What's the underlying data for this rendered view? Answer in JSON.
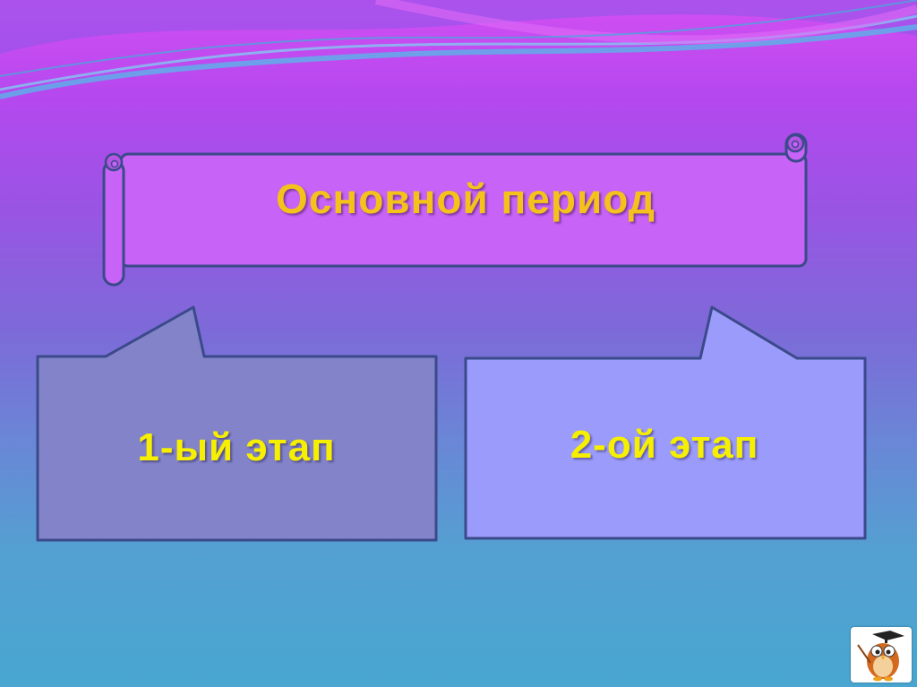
{
  "slide": {
    "title": "Основной период",
    "stages": [
      {
        "label": "1-ый этап"
      },
      {
        "label": "2-ой этап"
      }
    ]
  },
  "colors": {
    "scroll_fill": "#c763f7",
    "stage1_fill": "#8383c9",
    "stage2_fill": "#9b9bfb",
    "outline": "#3b4a8a",
    "title_text": "#f4c21a",
    "stage_text": "#f6f000"
  },
  "icons": {
    "corner_badge": "owl-mascot-icon"
  }
}
